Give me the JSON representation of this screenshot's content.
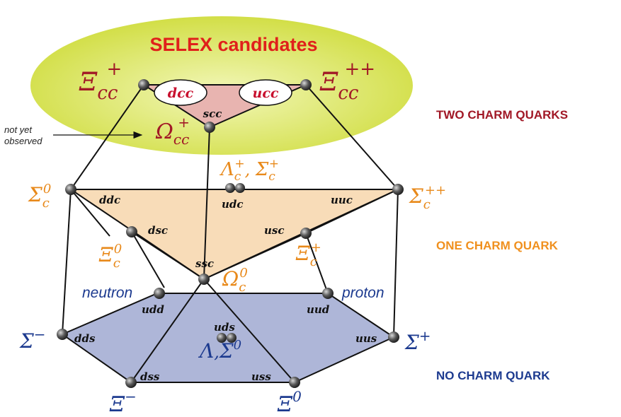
{
  "title": "SELEX candidates",
  "note": {
    "line1": "not yet",
    "line2": "observed"
  },
  "sections": {
    "two": {
      "label": "TWO CHARM QUARKS",
      "color": "#a11826"
    },
    "one": {
      "label": "ONE CHARM QUARK",
      "color": "#f0901e"
    },
    "none": {
      "label": "NO CHARM QUARK",
      "color": "#1c3a8f"
    }
  },
  "particles": {
    "xi_cc_plus": {
      "base": "Ξ",
      "sub": "cc",
      "sup": "+"
    },
    "xi_cc_plusplus": {
      "base": "Ξ",
      "sub": "cc",
      "sup": "++"
    },
    "omega_cc_plus": {
      "base": "Ω",
      "sub": "cc",
      "sup": "+"
    },
    "sigma_c_0": {
      "base": "Σ",
      "sub": "c",
      "sup": "0"
    },
    "sigma_c_plusplus": {
      "base": "Σ",
      "sub": "c",
      "sup": "++"
    },
    "lambda_sigma_c": {
      "text1": "Λ",
      "sub1": "c",
      "sup1": "+",
      "sep": ", ",
      "text2": "Σ",
      "sub2": "c",
      "sup2": "+"
    },
    "xi_c_0": {
      "base": "Ξ",
      "sub": "c",
      "sup": "0"
    },
    "xi_c_plus": {
      "base": "Ξ",
      "sub": "c",
      "sup": "+"
    },
    "omega_c_0": {
      "base": "Ω",
      "sub": "c",
      "sup": "0"
    },
    "neutron": {
      "label": "neutron"
    },
    "proton": {
      "label": "proton"
    },
    "sigma_minus": {
      "base": "Σ",
      "sup": "−"
    },
    "sigma_plus": {
      "base": "Σ",
      "sup": "+"
    },
    "lambda_sigma_0": {
      "text1": "Λ",
      "sep": ",",
      "text2": "Σ",
      "sup2": "0"
    },
    "xi_minus": {
      "base": "Ξ",
      "sup": "−"
    },
    "xi_zero": {
      "base": "Ξ",
      "sup": "0"
    }
  },
  "quarks": {
    "dcc": "dcc",
    "ucc": "ucc",
    "scc": "scc",
    "ddc": "ddc",
    "udc": "udc",
    "uuc": "uuc",
    "dsc": "dsc",
    "usc": "usc",
    "ssc": "ssc",
    "udd": "udd",
    "uud": "uud",
    "dds": "dds",
    "uds": "uds",
    "uus": "uus",
    "dss": "dss",
    "uss": "uss"
  },
  "colors": {
    "ellipse": "#d6e04a",
    "top_triangle": "#e8b4b0",
    "middle_triangle": "#f8dcb8",
    "bottom_hexagon": "#aeb6d8",
    "node": "#555555"
  }
}
